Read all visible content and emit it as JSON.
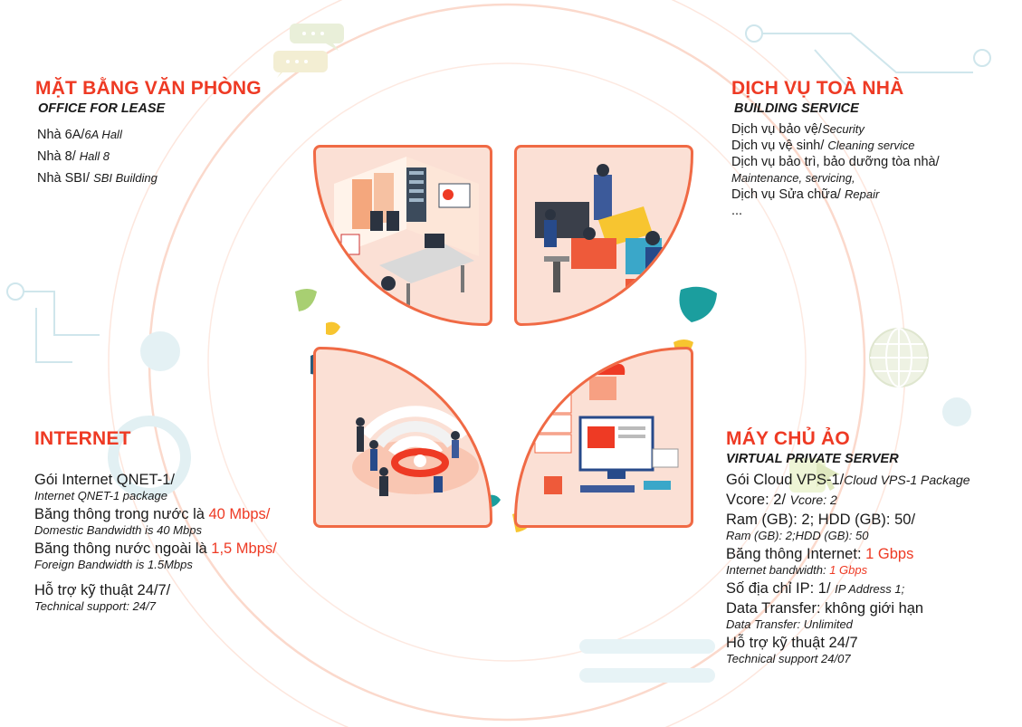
{
  "colors": {
    "accent": "#ee3a24",
    "petal_fill": "#fbe0d5",
    "petal_border": "#f06a45",
    "teal": "#1b9e9e",
    "yellow": "#f7c530",
    "green": "#9cc95b",
    "navy": "#2a5b7a"
  },
  "office": {
    "title": "MẶT BẰNG VĂN PHÒNG",
    "subtitle": "OFFICE FOR LEASE",
    "items": [
      {
        "vi": "Nhà 6A/",
        "en": "6A Hall"
      },
      {
        "vi": "Nhà 8/ ",
        "en": "Hall 8"
      },
      {
        "vi": "Nhà SBI/ ",
        "en": "SBI Building"
      }
    ]
  },
  "building": {
    "title": "DỊCH VỤ TOÀ NHÀ",
    "subtitle": "BUILDING SERVICE",
    "items": [
      {
        "vi": "Dịch vụ bảo vệ/",
        "en": "Security"
      },
      {
        "vi": "Dịch vụ vệ sinh/ ",
        "en": "Cleaning service"
      },
      {
        "vi": "Dịch vụ bảo trì, bảo dưỡng tòa nhà/",
        "en": ""
      },
      {
        "vi": "",
        "en": "Maintenance, servicing,"
      },
      {
        "vi": "Dịch vụ Sửa chữa/ ",
        "en": "Repair"
      },
      {
        "vi": "...",
        "en": ""
      }
    ]
  },
  "internet": {
    "title": "INTERNET",
    "items": [
      {
        "vi": "Gói Internet QNET-1/",
        "hl": "",
        "vi2": "",
        "en": "Internet QNET-1 package"
      },
      {
        "vi": "Băng thông trong nước là ",
        "hl": "40 Mbps/",
        "vi2": "",
        "en": "Domestic Bandwidth is 40 Mbps"
      },
      {
        "vi": "Băng thông nước ngoài là ",
        "hl": "1,5 Mbps/",
        "vi2": "",
        "en": "Foreign Bandwidth is 1.5Mbps"
      },
      {
        "vi": "Hỗ trợ kỹ thuật 24/7/",
        "hl": "",
        "vi2": "",
        "en": "Technical support: 24/7"
      }
    ]
  },
  "vps": {
    "title": "MÁY CHỦ ẢO",
    "subtitle": "VIRTUAL PRIVATE SERVER",
    "items": [
      {
        "vi": "Gói Cloud VPS-1/",
        "en_inline": "Cloud VPS-1 Package",
        "en": ""
      },
      {
        "vi": "Vcore: 2/ ",
        "en_inline": "Vcore: 2",
        "en": ""
      },
      {
        "vi": "Ram (GB): 2; HDD (GB): 50/",
        "en_inline": "",
        "en": "Ram (GB): 2;HDD (GB): 50"
      },
      {
        "vi": "Băng thông Internet: ",
        "hl": "1 Gbps",
        "en": "Internet bandwidth: ",
        "en_hl": "1 Gbps"
      },
      {
        "vi": "Số địa chỉ IP: 1/ ",
        "en_inline": "IP Address 1;",
        "en": ""
      },
      {
        "vi": "Data Transfer: không giới hạn",
        "en_inline": "",
        "en": "Data Transfer: Unlimited"
      },
      {
        "vi": "Hỗ trợ kỹ thuật 24/7",
        "en_inline": "",
        "en": "Technical support 24/07"
      }
    ]
  },
  "icons": [
    "chat-bubble-icon",
    "wifi-icon",
    "globe-icon",
    "cursor-icon"
  ]
}
